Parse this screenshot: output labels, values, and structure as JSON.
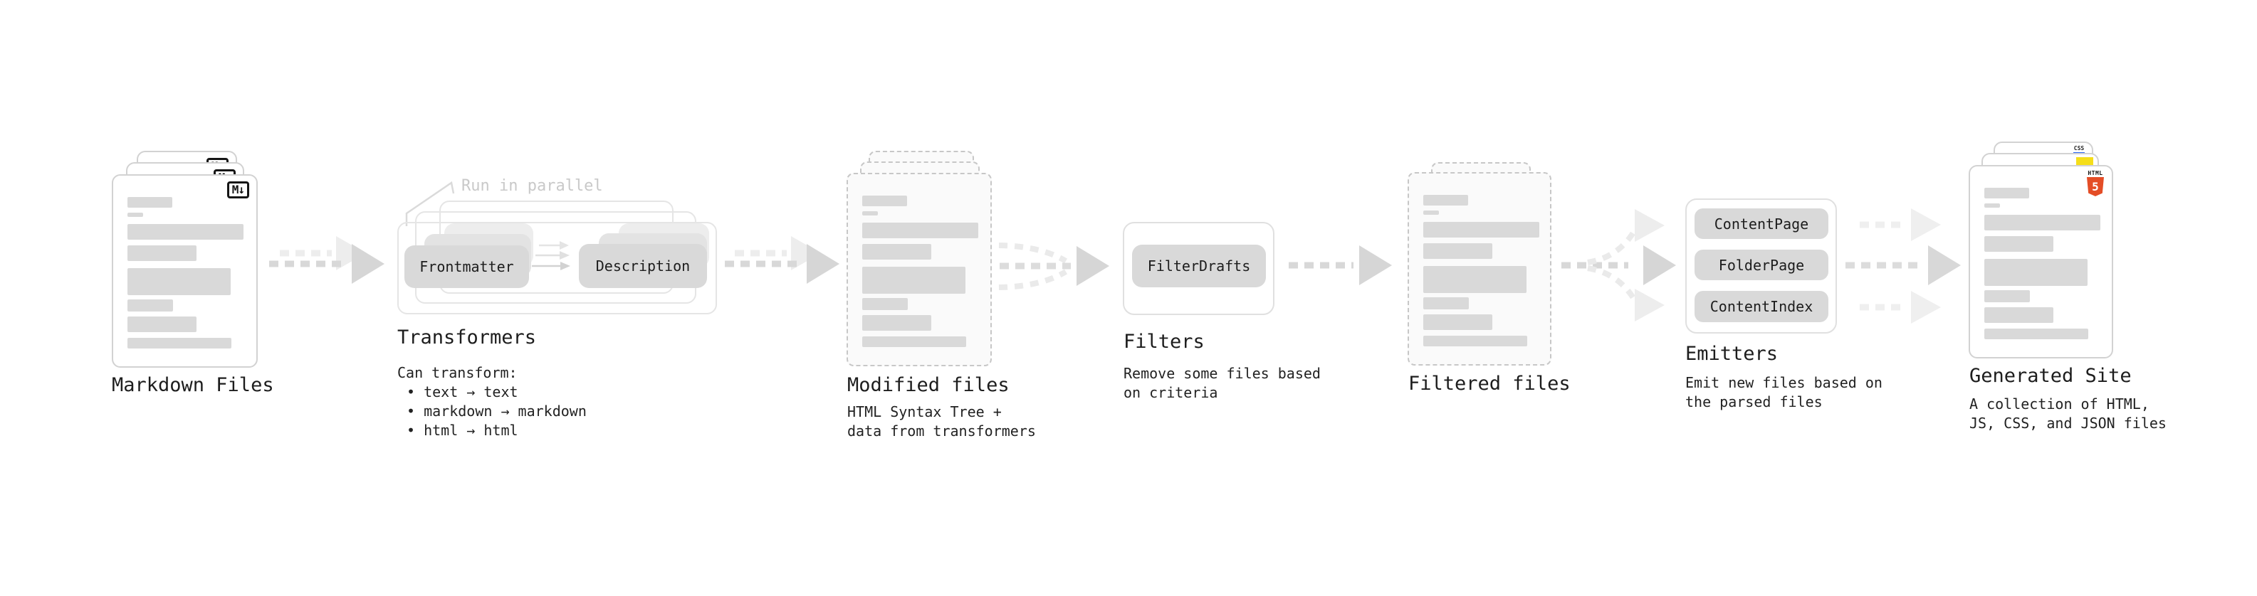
{
  "stages": {
    "markdown_files": {
      "badge": "M↓",
      "title": "Markdown Files"
    },
    "transformers": {
      "note": "Run in parallel",
      "input_box": "Frontmatter",
      "output_box": "Description",
      "title": "Transformers",
      "description_heading": "Can transform:",
      "bullets": [
        "• text → text",
        "• markdown → markdown",
        "• html → html"
      ]
    },
    "modified_files": {
      "title": "Modified files",
      "description_line1": "HTML Syntax Tree +",
      "description_line2": "data from transformers"
    },
    "filters": {
      "box": "FilterDrafts",
      "title": "Filters",
      "description_line1": "Remove some files based",
      "description_line2": "on criteria"
    },
    "filtered_files": {
      "title": "Filtered files"
    },
    "emitters": {
      "boxes": [
        "ContentPage",
        "FolderPage",
        "ContentIndex"
      ],
      "title": "Emitters",
      "description_line1": "Emit new files based on",
      "description_line2": "the parsed files"
    },
    "generated_site": {
      "css_badge": "CSS",
      "html_badge_label": "HTML",
      "html_badge_number": "5",
      "title": "Generated Site",
      "description_line1": "A collection of HTML,",
      "description_line2": "JS, CSS, and JSON files"
    }
  },
  "colors": {
    "html5_orange": "#e44d26",
    "js_yellow": "#f5de19",
    "css_blue": "#2965f1",
    "arrow_gray": "#d8d8d8",
    "text": "#1d1d1d"
  }
}
